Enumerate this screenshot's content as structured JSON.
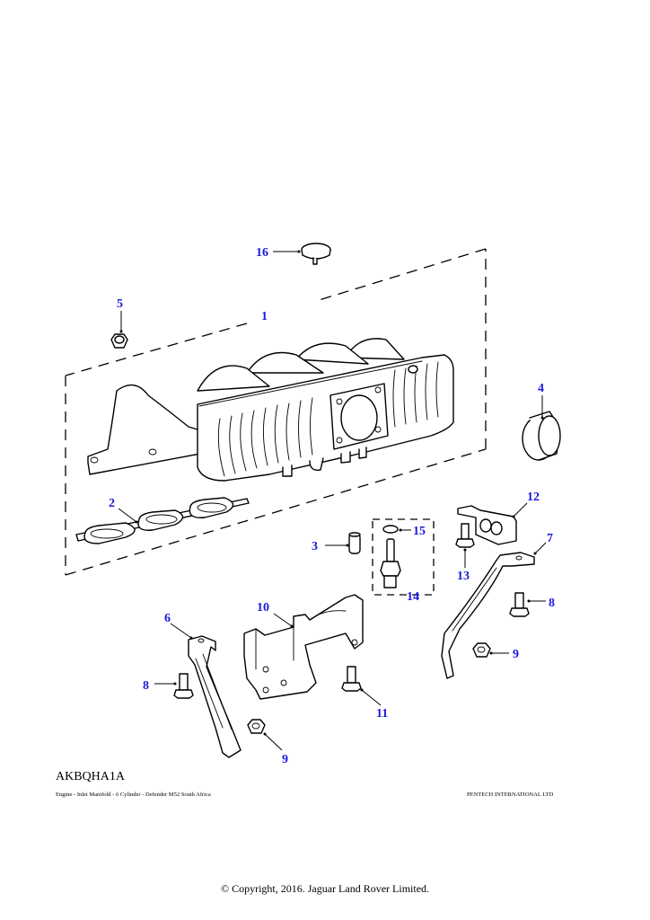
{
  "diagram": {
    "illustration_code": "AKBQHA1A",
    "caption": "Engine - Inlet Manifold - 6 Cylinder - Defender M52 South Africa",
    "supplier": "PENTECH INTERNATIONAL LTD",
    "copyright": "© Copyright, 2016. Jaguar Land Rover Limited.",
    "label_color": "#1a1adb",
    "callouts": [
      {
        "id": "c1",
        "label": "1",
        "part": "inlet-manifold"
      },
      {
        "id": "c2",
        "label": "2",
        "part": "manifold-gasket"
      },
      {
        "id": "c3",
        "label": "3",
        "part": "dowel-sleeve"
      },
      {
        "id": "c4",
        "label": "4",
        "part": "seal-ring"
      },
      {
        "id": "c5",
        "label": "5",
        "part": "flange-nut"
      },
      {
        "id": "c6",
        "label": "6",
        "part": "support-bracket-left"
      },
      {
        "id": "c7",
        "label": "7",
        "part": "support-bracket-right"
      },
      {
        "id": "c8a",
        "label": "8",
        "part": "flange-bolt-left"
      },
      {
        "id": "c8b",
        "label": "8",
        "part": "flange-bolt-right"
      },
      {
        "id": "c9a",
        "label": "9",
        "part": "nut-left"
      },
      {
        "id": "c9b",
        "label": "9",
        "part": "nut-right"
      },
      {
        "id": "c10",
        "label": "10",
        "part": "mounting-bracket"
      },
      {
        "id": "c11",
        "label": "11",
        "part": "bracket-bolt"
      },
      {
        "id": "c12",
        "label": "12",
        "part": "pipe-clip"
      },
      {
        "id": "c13",
        "label": "13",
        "part": "clip-bolt"
      },
      {
        "id": "c14",
        "label": "14",
        "part": "temperature-sensor"
      },
      {
        "id": "c15",
        "label": "15",
        "part": "o-ring"
      },
      {
        "id": "c16",
        "label": "16",
        "part": "blanking-plug"
      }
    ]
  }
}
